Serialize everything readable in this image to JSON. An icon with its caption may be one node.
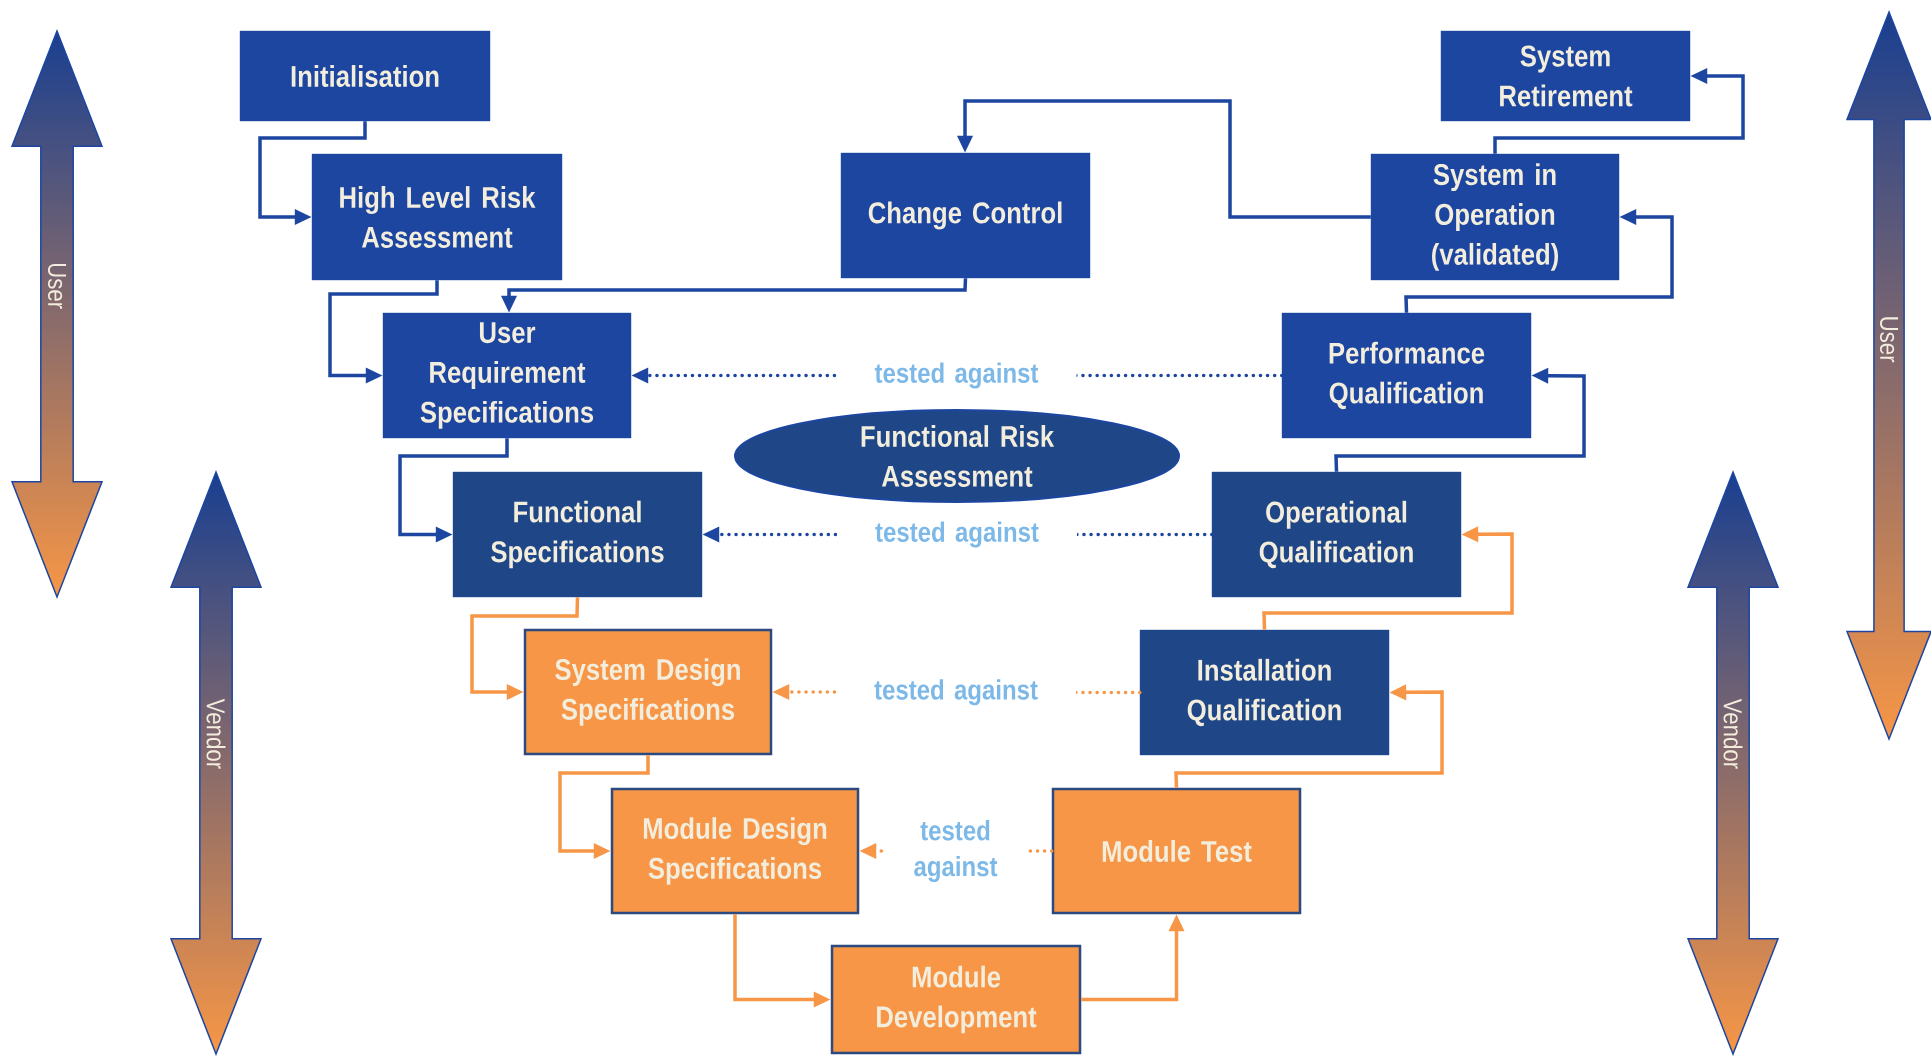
{
  "diagram": {
    "nodes": [
      {
        "text": [
          "Initialisation"
        ]
      },
      {
        "text": [
          "High Level Risk Assessment"
        ]
      },
      {
        "text": [
          "Change Control"
        ]
      },
      {
        "text": [
          "System Retirement"
        ]
      },
      {
        "text": [
          "System in Operation (validated)"
        ]
      },
      {
        "text": [
          "User Requirement Specifications"
        ]
      },
      {
        "text": [
          "Performance Qualification"
        ]
      },
      {
        "text": [
          "Functional Risk Assessment"
        ]
      },
      {
        "text": [
          "Functional Specifications"
        ]
      },
      {
        "text": [
          "Operational Qualification"
        ]
      },
      {
        "text": [
          "System Design Specifications"
        ]
      },
      {
        "text": [
          "Installation Qualification"
        ]
      },
      {
        "text": [
          "Module Design Specifications"
        ]
      },
      {
        "text": [
          "Module Test"
        ]
      },
      {
        "text": [
          "Module Development"
        ]
      }
    ],
    "edges": [
      {
        "from": 0,
        "to": 1,
        "arrow": "to"
      },
      {
        "from": 1,
        "to": 5,
        "arrow": "to"
      },
      {
        "from": 2,
        "to": 5,
        "arrow": "to"
      },
      {
        "from": 4,
        "to": 2,
        "arrow": "to"
      },
      {
        "from": 4,
        "to": 3,
        "arrow": "to"
      },
      {
        "from": 6,
        "to": 4,
        "arrow": "to"
      },
      {
        "from": 9,
        "to": 6,
        "arrow": "to"
      },
      {
        "from": 5,
        "to": 8,
        "arrow": "to"
      },
      {
        "from": 8,
        "to": 10,
        "arrow": "to",
        "color": "#f79646"
      },
      {
        "from": 10,
        "to": 12,
        "arrow": "to",
        "color": "#f79646"
      },
      {
        "from": 12,
        "to": 14,
        "arrow": "to",
        "color": "#f79646"
      },
      {
        "from": 14,
        "to": 13,
        "arrow": "to",
        "color": "#f79646"
      },
      {
        "from": 13,
        "to": 11,
        "arrow": "to",
        "color": "#f79646"
      },
      {
        "from": 11,
        "to": 9,
        "arrow": "to",
        "color": "#f79646"
      },
      {
        "from": 6,
        "to": 5,
        "arrow": "to",
        "style": "dashed",
        "label": "tested against",
        "color": "#1c46a0"
      },
      {
        "from": 9,
        "to": 8,
        "arrow": "to",
        "style": "dashed",
        "label": "tested against",
        "color": "#1c46a0"
      },
      {
        "from": 11,
        "to": 10,
        "arrow": "to",
        "style": "dashed",
        "label": "tested against",
        "color": "#f79646"
      },
      {
        "from": 13,
        "to": 12,
        "arrow": "to",
        "style": "dashed",
        "label": "tested against",
        "color": "#f79646"
      }
    ],
    "labels": [
      "User",
      "User",
      "Vendor",
      "Vendor"
    ]
  }
}
